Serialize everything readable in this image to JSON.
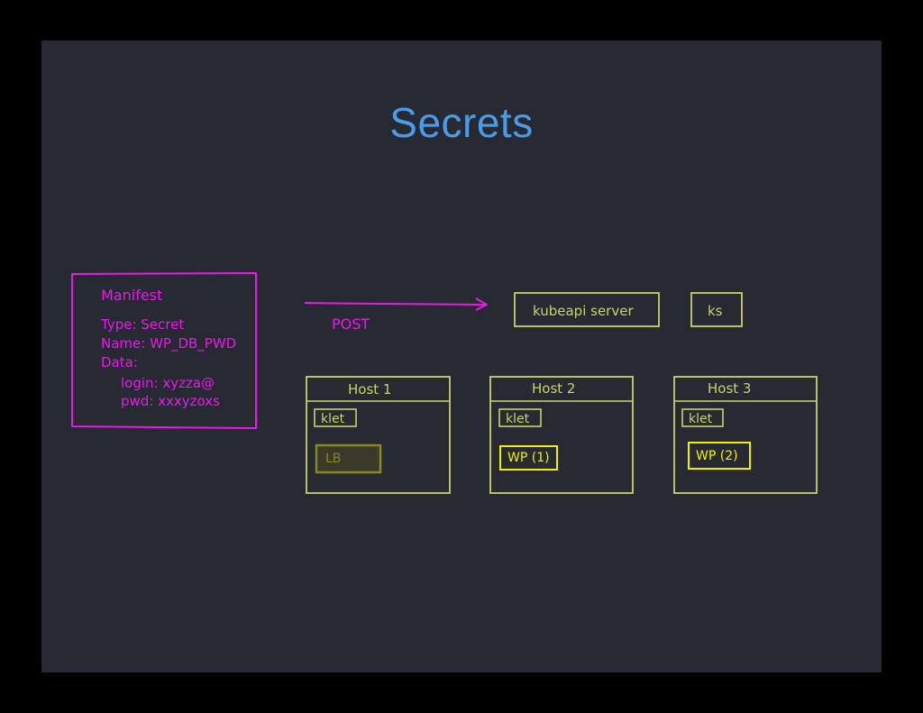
{
  "slide": {
    "title": "Secrets"
  },
  "manifest": {
    "heading": "Manifest",
    "lines": [
      "Type: Secret",
      "Name: WP_DB_PWD",
      "Data:",
      "login: xyzza@",
      "pwd: xxxyzoxs"
    ]
  },
  "arrow_label": "POST",
  "control_plane": {
    "api_server": "kubeapi server",
    "store": "ks"
  },
  "hosts": [
    {
      "title": "Host 1",
      "agent": "klet",
      "workload": "LB"
    },
    {
      "title": "Host 2",
      "agent": "klet",
      "workload": "WP (1)"
    },
    {
      "title": "Host 3",
      "agent": "klet",
      "workload": "WP (2)"
    }
  ],
  "colors": {
    "background": "#272a33",
    "frame": "#000000",
    "title": "#4a9be8",
    "manifest": "#e81ae8",
    "outline": "#c9d36a",
    "workload_active": "#f2f000",
    "workload_dim": "#8a8620"
  }
}
